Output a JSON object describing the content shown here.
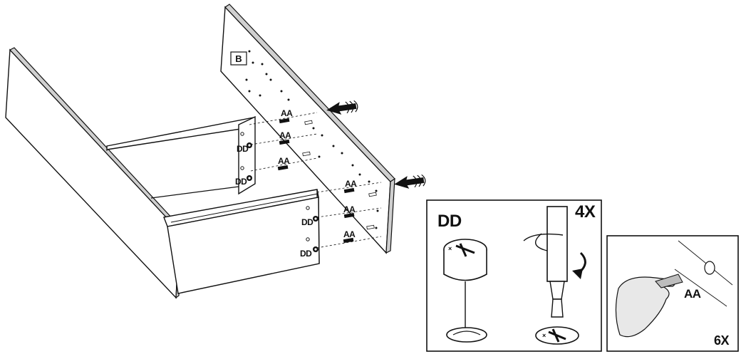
{
  "labels": {
    "panel_tag": "B",
    "dowel_code": "AA",
    "cam_code": "DD",
    "detail_cam_title": "DD",
    "detail_cam_qty": "4X",
    "detail_dowel_code": "AA",
    "detail_dowel_qty": "6X"
  },
  "colors": {
    "line": "#111111",
    "edge": "#cfcfcf",
    "background": "#ffffff"
  },
  "icons": {
    "push_arrow": "push-arrow-icon",
    "rotate_arrow": "rotate-arrow-icon",
    "screwdriver": "screwdriver-icon",
    "hand": "hand-icon"
  }
}
